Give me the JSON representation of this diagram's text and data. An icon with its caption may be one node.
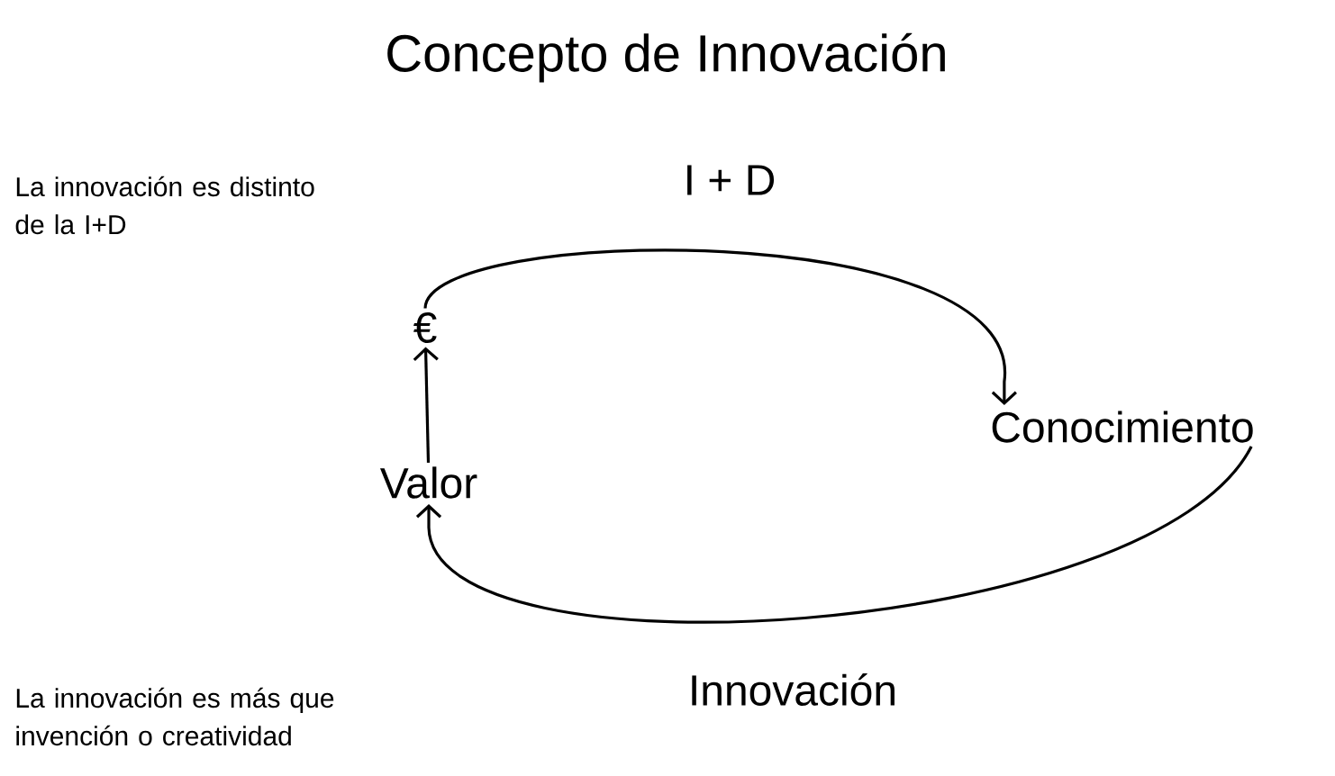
{
  "diagram": {
    "title": "Concepto de Innovación",
    "nodes": [
      {
        "text": [
          "€"
        ]
      },
      {
        "text": [
          "Valor"
        ]
      },
      {
        "text": [
          "Conocimiento"
        ]
      }
    ],
    "edges": [
      {
        "from": 0,
        "to": 2,
        "arrow": "to",
        "label": "I + D"
      },
      {
        "from": 2,
        "to": 1,
        "arrow": "to",
        "label": "Innovación"
      },
      {
        "from": 1,
        "to": 0,
        "arrow": "to"
      }
    ],
    "labels": [
      "La innovación es distinto de la I+D",
      "La innovación es más que invención o creatividad"
    ]
  }
}
